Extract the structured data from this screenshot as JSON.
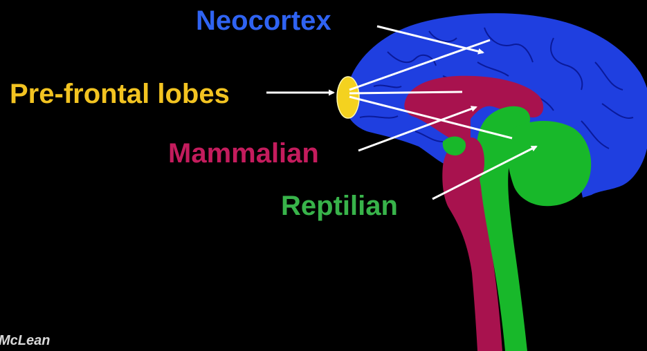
{
  "labels": {
    "neocortex": "Neocortex",
    "prefrontal": "Pre-frontal lobes",
    "mammalian": "Mammalian",
    "reptilian": "Reptilian"
  },
  "credit": "McLean",
  "colors": {
    "background": "#000000",
    "neocortex": "#1f3fe0",
    "neocortex_text": "#2f63f2",
    "prefrontal": "#f4d21f",
    "prefrontal_text": "#f2c321",
    "mammalian": "#a8124e",
    "mammalian_text": "#c41c5d",
    "reptilian": "#18b82a",
    "reptilian_text": "#38b34a",
    "arrow": "#ffffff",
    "sulcus": "#0a1a9a"
  }
}
